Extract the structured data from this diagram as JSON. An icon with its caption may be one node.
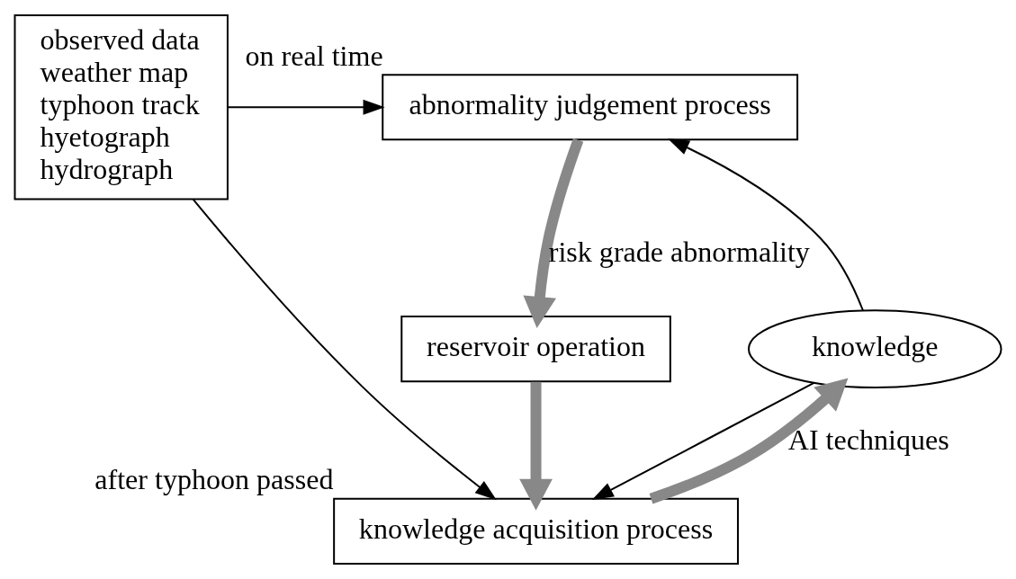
{
  "diagram": {
    "nodes": [
      {
        "text": [
          "observed data",
          "weather map",
          "typhoon track",
          "hyetograph",
          "hydrograph"
        ]
      },
      {
        "text": [
          "abnormality judgement process"
        ],
        "beside": [
          "on real time"
        ]
      },
      {
        "text": [
          "knowledge"
        ]
      },
      {
        "text": [
          "reservoir operation"
        ]
      },
      {
        "text": [
          "knowledge acquisition process"
        ],
        "beside": [
          "after typhoon passed"
        ]
      }
    ],
    "edges": [
      {
        "from": 0,
        "to": 1,
        "arrow": "to"
      },
      {
        "from": 2,
        "to": 1,
        "arrow": "to"
      },
      {
        "from": 1,
        "to": 3,
        "arrow": "to",
        "style": "thick",
        "color": "#888888",
        "label": "risk grade abnormality"
      },
      {
        "from": 3,
        "to": 4,
        "arrow": "to",
        "style": "thick",
        "color": "#888888"
      },
      {
        "from": 0,
        "to": 4,
        "arrow": "to"
      },
      {
        "from": 4,
        "to": 2,
        "arrow": "to",
        "style": "thick",
        "color": "#888888",
        "label": "AI techniques"
      },
      {
        "from": 2,
        "to": 4,
        "arrow": "to"
      }
    ]
  }
}
